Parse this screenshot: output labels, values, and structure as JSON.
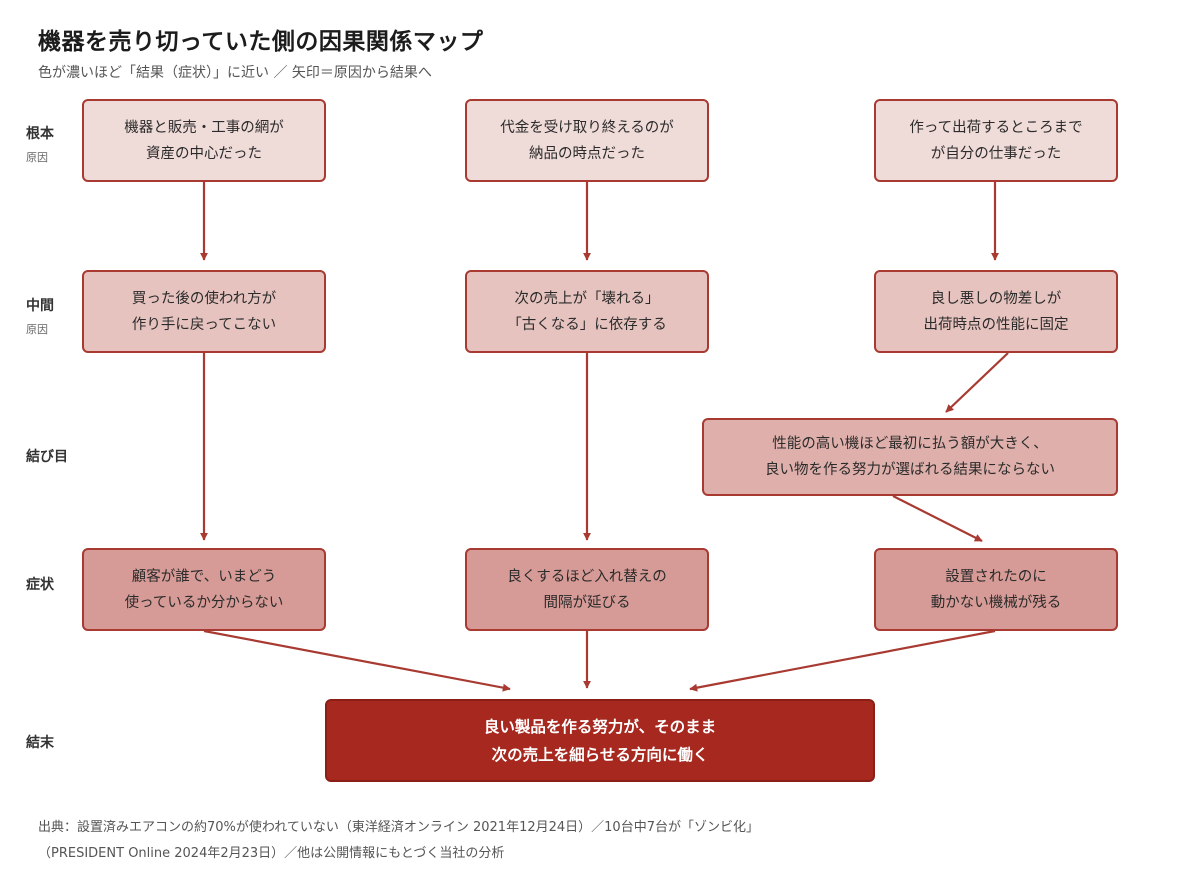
{
  "header": {
    "title": "機器を売り切っていた側の因果関係マップ",
    "subtitle": "色が濃いほど「結果（症状）」に近い ／ 矢印＝原因から結果へ"
  },
  "rows": {
    "root": {
      "label": "根本",
      "sub": "原因"
    },
    "middle": {
      "label": "中間",
      "sub": "原因"
    },
    "knot": {
      "label": "結び目"
    },
    "symptom": {
      "label": "症状"
    },
    "end": {
      "label": "結末"
    }
  },
  "nodes": {
    "root_left": [
      "機器と販売・工事の網が",
      "資産の中心だった"
    ],
    "root_center": [
      "代金を受け取り終えるのが",
      "納品の時点だった"
    ],
    "root_right": [
      "作って出荷するところまで",
      "が自分の仕事だった"
    ],
    "mid_left": [
      "買った後の使われ方が",
      "作り手に戻ってこない"
    ],
    "mid_center": [
      "次の売上が「壊れる」",
      "「古くなる」に依存する"
    ],
    "mid_right": [
      "良し悪しの物差しが",
      "出荷時点の性能に固定"
    ],
    "knot_right": [
      "性能の高い機ほど最初に払う額が大きく、",
      "良い物を作る努力が選ばれる結果にならない"
    ],
    "sym_left": [
      "顧客が誰で、いまどう",
      "使っているか分からない"
    ],
    "sym_center": [
      "良くするほど入れ替えの",
      "間隔が延びる"
    ],
    "sym_right": [
      "設置されたのに",
      "動かない機械が残る"
    ],
    "end": [
      "良い製品を作る努力が、そのまま",
      "次の売上を細らせる方向に働く"
    ]
  },
  "colors": {
    "arrow": "#a83a32",
    "border": "#a83a32",
    "level1": "#efdbd8",
    "level2": "#e6c3bf",
    "level3": "#dfb0ab",
    "level4": "#d69b96",
    "level5": "#a6281f"
  },
  "source": {
    "line1": "出典：設置済みエアコンの約70%が使われていない（東洋経済オンライン 2021年12月24日）／10台中7台が「ゾンビ化」",
    "line2": "（PRESIDENT Online 2024年2月23日）／他は公開情報にもとづく当社の分析"
  }
}
